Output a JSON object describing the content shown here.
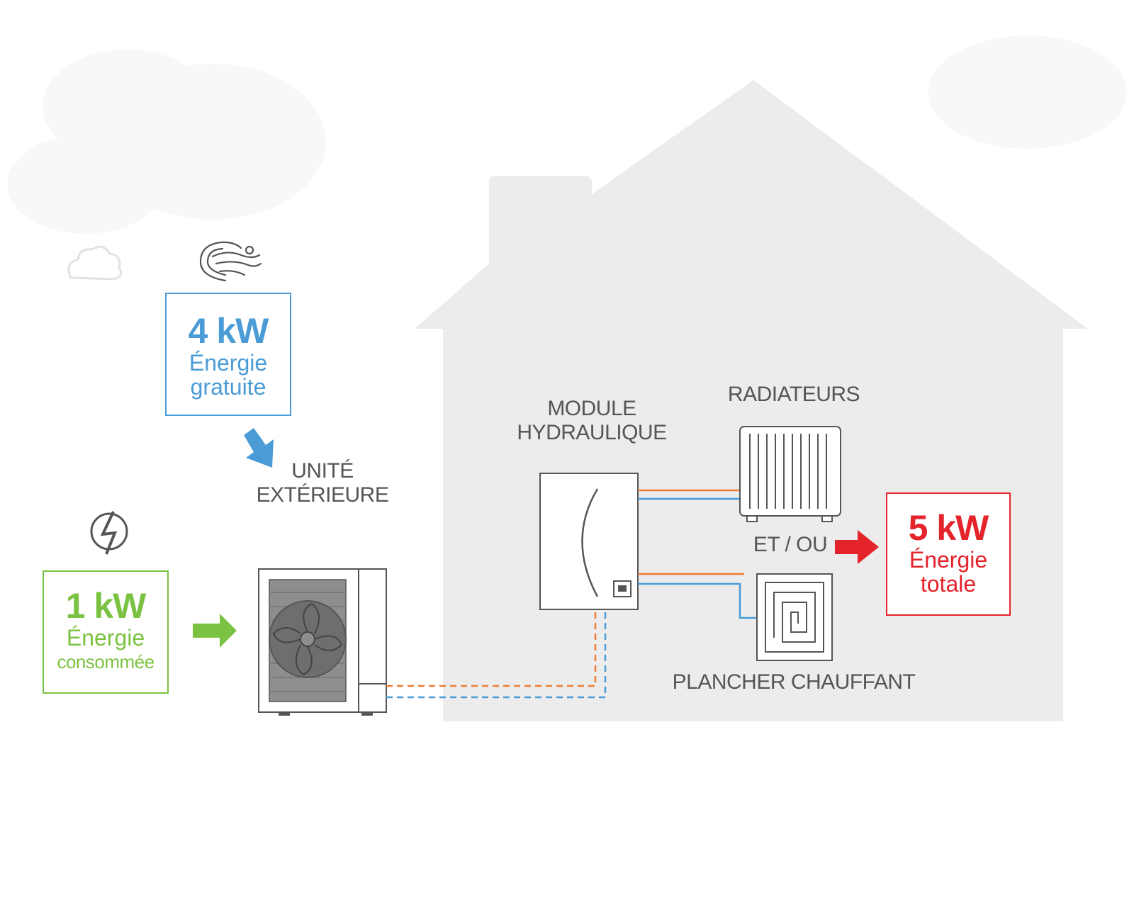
{
  "boxes": {
    "free": {
      "value": "4 kW",
      "line1": "Énergie",
      "line2": "gratuite",
      "color": "#4a9bd6"
    },
    "consumed": {
      "value": "1 kW",
      "line1": "Énergie",
      "line2": "consommée",
      "color": "#7cc242"
    },
    "total": {
      "value": "5 kW",
      "line1": "Énergie",
      "line2": "totale",
      "color": "#e5232b"
    }
  },
  "labels": {
    "outdoor_unit_l1": "UNITÉ",
    "outdoor_unit_l2": "EXTÉRIEURE",
    "hydraulic_l1": "MODULE",
    "hydraulic_l2": "HYDRAULIQUE",
    "radiators": "RADIATEURS",
    "and_or": "ET / OU",
    "floor_heating": "PLANCHER CHAUFFANT"
  },
  "colors": {
    "house": "#ececec",
    "hot_pipe": "#ef7d32",
    "cold_pipe": "#4a9bd6",
    "line": "#6d6d6d"
  },
  "icons": [
    "cloud-icon",
    "wind-icon",
    "lightning-icon",
    "fan-icon",
    "radiator-icon",
    "floor-coil-icon"
  ]
}
